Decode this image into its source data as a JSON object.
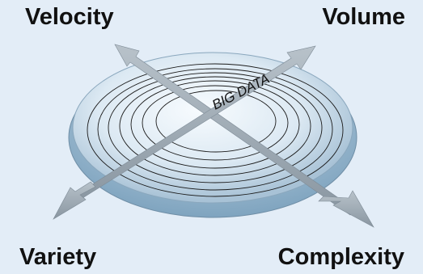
{
  "labels": {
    "top_left": "Velocity",
    "top_right": "Volume",
    "bottom_left": "Variety",
    "bottom_right": "Complexity",
    "center": "BIG DATA"
  },
  "colors": {
    "background": "#e3edf7",
    "disc_light": "#eef4fa",
    "disc_dark": "#7fa4bf",
    "arrow": "#9aa6b0",
    "text": "#111111"
  }
}
